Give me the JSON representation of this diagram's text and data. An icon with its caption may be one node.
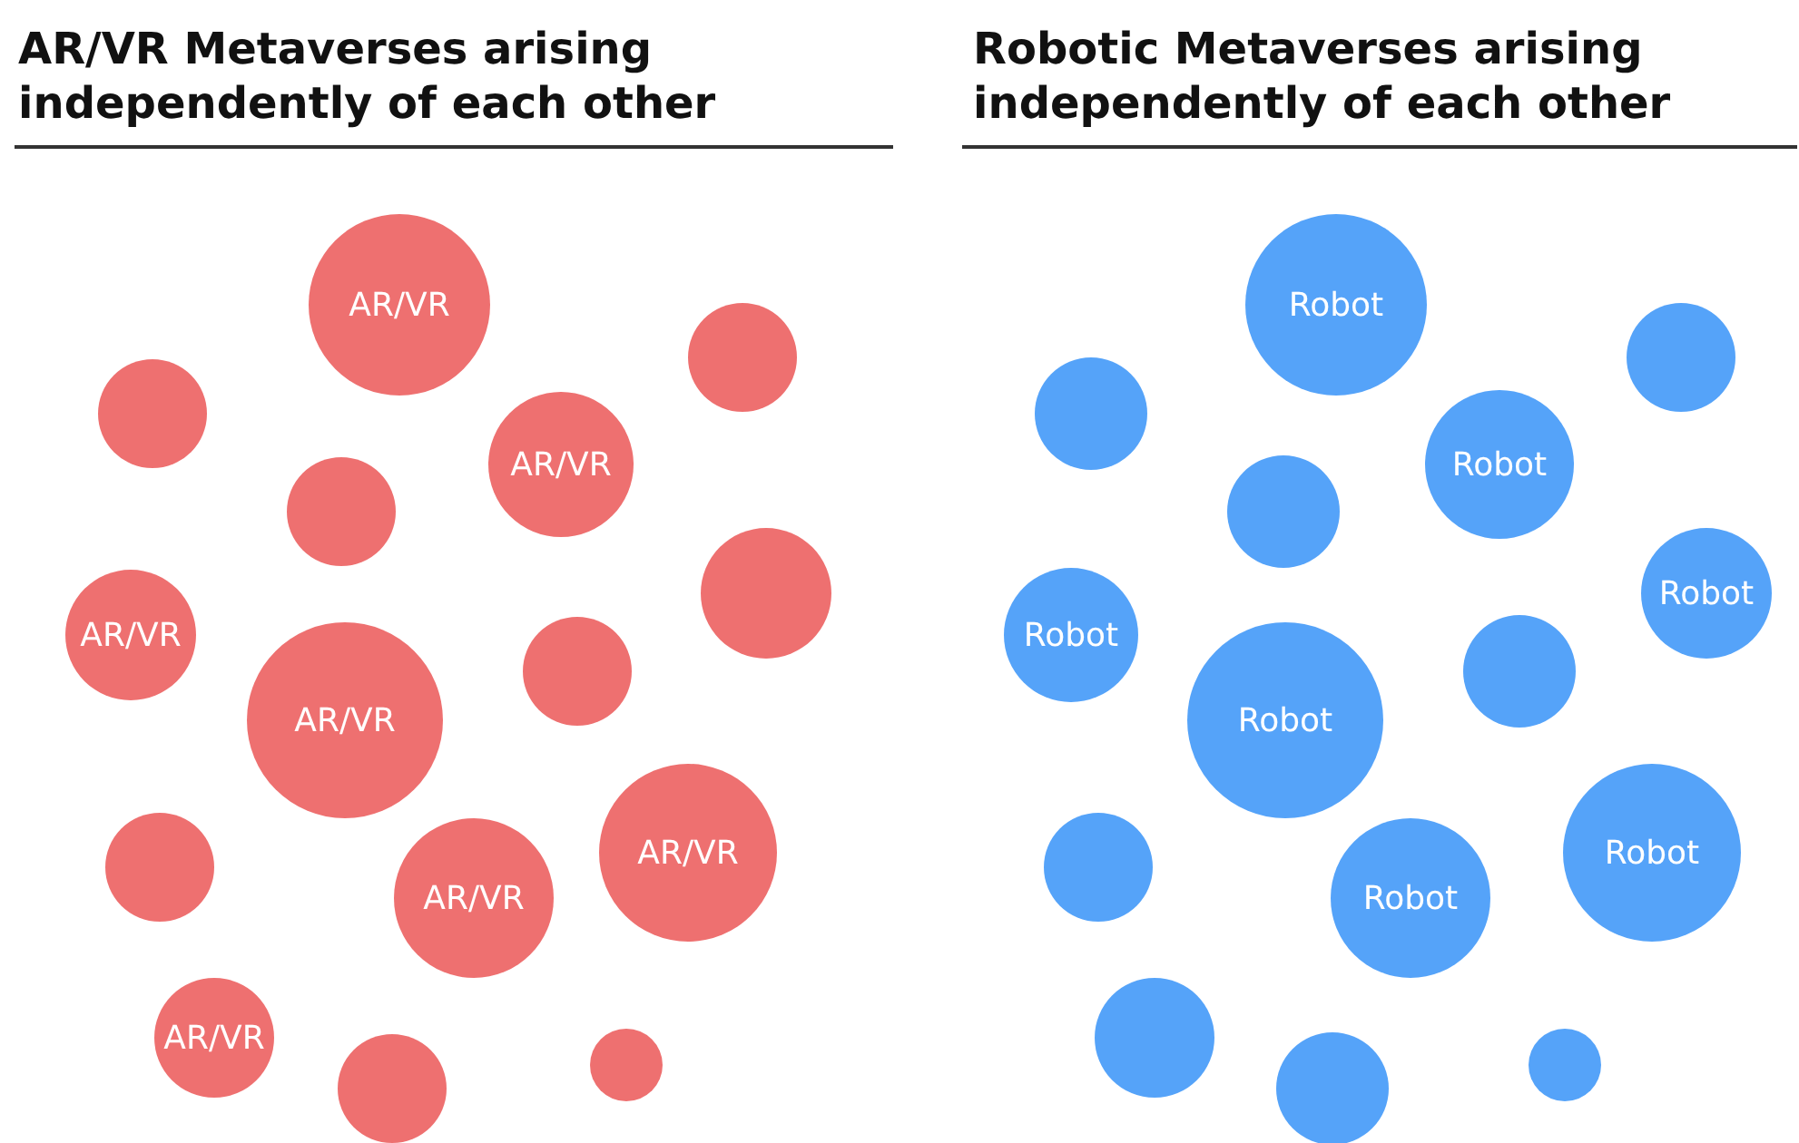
{
  "diagram": {
    "nodes": [
      {
        "text": [
          "AR/VR"
        ]
      },
      {
        "text": [],
        "shape": "circle"
      },
      {
        "text": [],
        "shape": "circle"
      },
      {
        "text": [
          "AR/VR"
        ]
      },
      {
        "text": [],
        "shape": "circle"
      },
      {
        "text": [],
        "shape": "circle"
      },
      {
        "text": [
          "AR/VR"
        ]
      },
      {
        "text": [
          "AR/VR"
        ]
      },
      {
        "text": [],
        "shape": "circle"
      },
      {
        "text": [
          "AR/VR"
        ]
      },
      {
        "text": [],
        "shape": "circle"
      },
      {
        "text": [
          "AR/VR"
        ]
      },
      {
        "text": [
          "AR/VR"
        ]
      },
      {
        "text": [],
        "shape": "circle"
      },
      {
        "text": [],
        "shape": "circle"
      },
      {
        "text": [
          "Robot"
        ]
      },
      {
        "text": [],
        "shape": "circle"
      },
      {
        "text": [],
        "shape": "circle"
      },
      {
        "text": [
          "Robot"
        ]
      },
      {
        "text": [],
        "shape": "circle"
      },
      {
        "text": [
          "Robot"
        ]
      },
      {
        "text": [
          "Robot"
        ]
      },
      {
        "text": [
          "Robot"
        ]
      },
      {
        "text": [],
        "shape": "circle"
      },
      {
        "text": [
          "Robot"
        ]
      },
      {
        "text": [],
        "shape": "circle"
      },
      {
        "text": [
          "Robot"
        ]
      },
      {
        "text": [],
        "shape": "circle"
      },
      {
        "text": [],
        "shape": "circle"
      },
      {
        "text": [],
        "shape": "circle"
      }
    ],
    "edges": [],
    "labels": [
      "AR/VR Metaverses arising independently of each other",
      "Robotic Metaverses arising independently of each other"
    ]
  }
}
